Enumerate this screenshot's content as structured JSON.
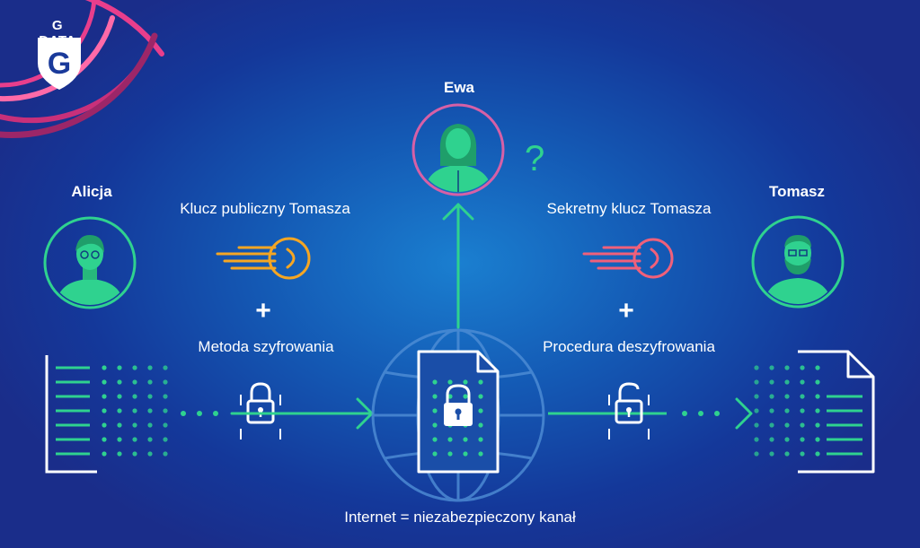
{
  "brand": {
    "logo_text": "G DATA",
    "logo_letter": "G"
  },
  "people": {
    "alice": "Alicja",
    "eve": "Ewa",
    "tom": "Tomasz",
    "eve_question": "?"
  },
  "labels": {
    "public_key": "Klucz publiczny Tomasza",
    "secret_key": "Sekretny klucz Tomasza",
    "encryption_method": "Metoda szyfrowania",
    "decryption_procedure": "Procedura deszyfrowania",
    "channel": "Internet = niezabezpieczony kanał",
    "plus": "+"
  },
  "colors": {
    "green": "#2fd28f",
    "public_key": "#f5a623",
    "secret_key": "#f0607a",
    "brand_pink": "#e83e8c",
    "eve_ring": "#d660a6"
  }
}
